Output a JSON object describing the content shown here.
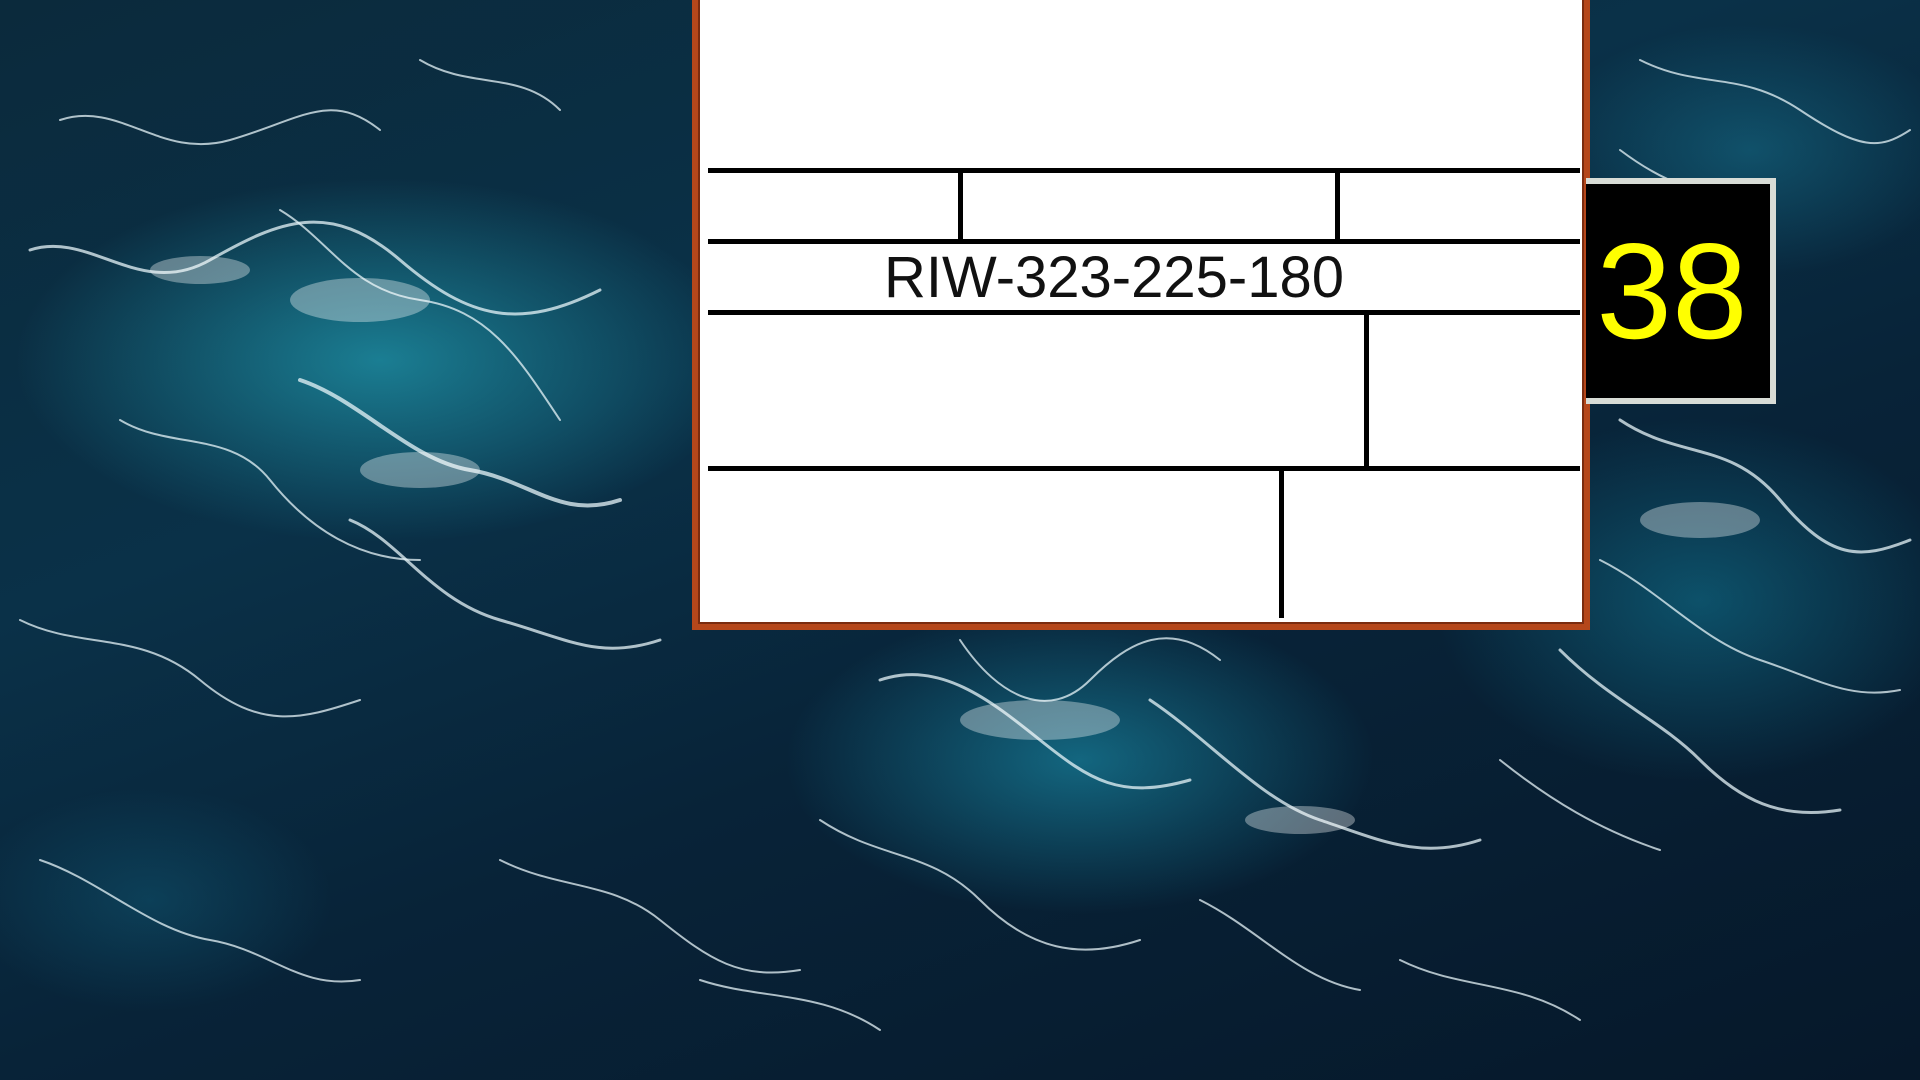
{
  "background": {
    "icon": "ocean-wallpaper",
    "colors": {
      "deep": "#06182a",
      "teal": "#1fa6c4",
      "foam": "#ffffff"
    }
  },
  "form": {
    "id_value": "RIW-323-225-180",
    "border_color": "#b5471b"
  },
  "counter": {
    "value": "38",
    "text_color": "#ffff00",
    "background_color": "#000000",
    "border_color": "#d8dcd6"
  }
}
